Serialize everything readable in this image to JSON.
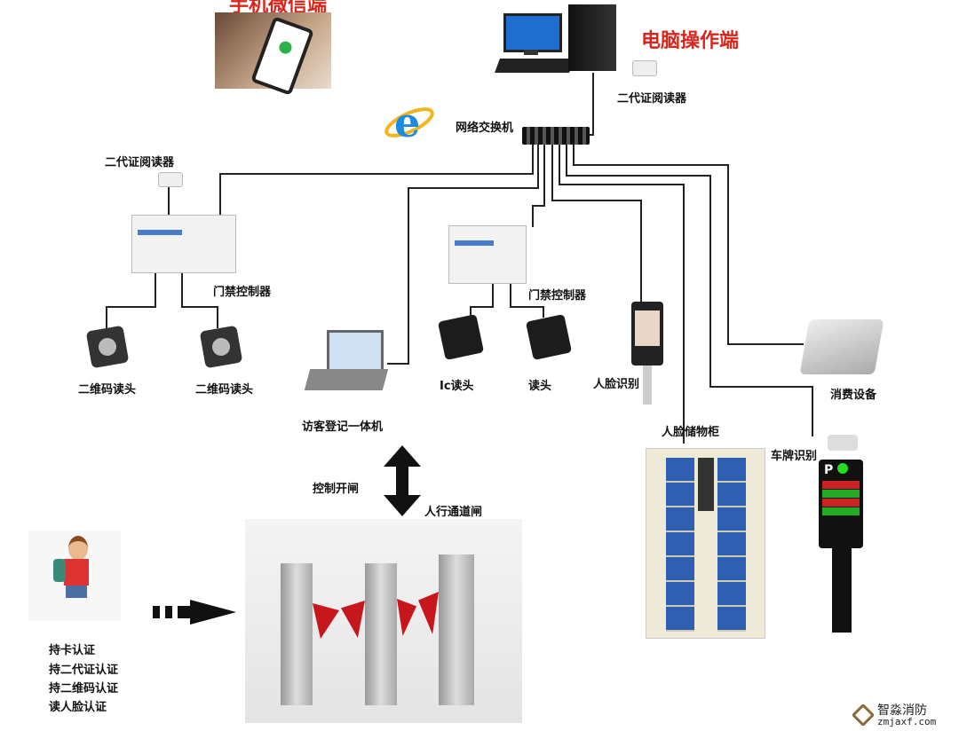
{
  "titles": {
    "mobile": "手机微信端",
    "pc": "电脑操作端"
  },
  "labels": {
    "id_reader_top": "二代证阅读器",
    "switch": "网络交换机",
    "id_reader_left": "二代证阅读器",
    "controller_1": "门禁控制器",
    "controller_2": "门禁控制器",
    "qr_reader_1": "二维码读头",
    "qr_reader_2": "二维码读头",
    "visitor_kiosk": "访客登记一体机",
    "ic_reader": "Ic读头",
    "reader": "读头",
    "face_recognition": "人脸识别",
    "consumption_device": "消费设备",
    "face_locker": "人脸储物柜",
    "plate_recognition": "车牌识别",
    "control_gate": "控制开闸",
    "pedestrian_gate": "人行通道闸"
  },
  "auth_methods": [
    "持卡认证",
    "持二代证认证",
    "持二维码认证",
    "读人脸认证"
  ],
  "watermark": {
    "name": "智淼消防",
    "url": "zmjaxf.com"
  },
  "colors": {
    "title_red": "#d9261c",
    "line": "#222222",
    "locker_blue": "#2f5fb0",
    "gate_red": "#c8161d"
  }
}
